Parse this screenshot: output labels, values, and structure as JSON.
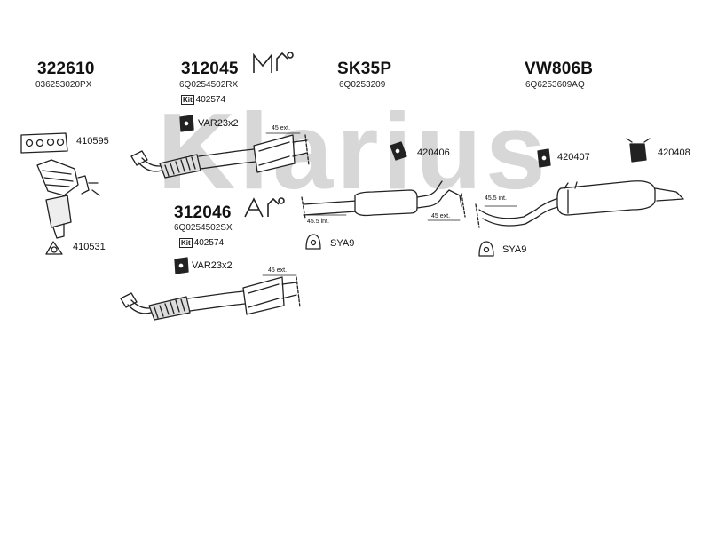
{
  "watermark": {
    "text": "Klarius",
    "color": "#d7d7d7"
  },
  "groups": [
    {
      "code": "322610",
      "oe": "036253020PX"
    },
    {
      "code": "312045",
      "oe": "6Q0254502RX",
      "kit": "402574",
      "var": "VAR23x2",
      "ext": "45 ext."
    },
    {
      "code": "SK35P",
      "oe": "6Q0253209",
      "int": "45.5 int.",
      "ext": "45 ext."
    },
    {
      "code": "VW806B",
      "oe": "6Q6253609AQ",
      "int": "45.5 int."
    },
    {
      "code": "312046",
      "oe": "6Q0254502SX",
      "kit": "402574",
      "var": "VAR23x2",
      "ext": "45 ext."
    }
  ],
  "kit_label": "Kit",
  "fittings": [
    {
      "code": "410595"
    },
    {
      "code": "410531"
    },
    {
      "code": "420406"
    },
    {
      "code": "420407"
    },
    {
      "code": "420408"
    },
    {
      "code": "SYA9"
    },
    {
      "code": "SYA9"
    }
  ],
  "icons": [
    "mi-logo-icon",
    "ai-logo-icon"
  ],
  "colors": {
    "line": "#222222",
    "watermark": "#d7d7d7"
  }
}
